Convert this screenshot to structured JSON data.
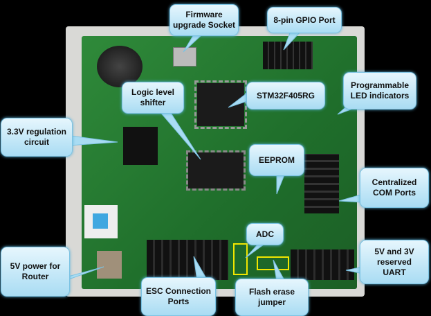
{
  "labels": {
    "firmware": "Firmware\nupgrade Socket",
    "gpio": "8-pin GPIO Port",
    "shifter": "Logic level\nshifter",
    "mcu": "STM32F405RG",
    "led": "Programmable\nLED indicators",
    "regulation": "3.3V regulation\ncircuit",
    "eeprom": "EEPROM",
    "com": "Centralized\nCOM Ports",
    "adc": "ADC",
    "power": "5V power for\nRouter",
    "esc": "ESC Connection\nPorts",
    "flash": "Flash erase\njumper",
    "uart": "5V and 3V\nreserved\nUART"
  },
  "colors": {
    "pcb": "#2f8a3a",
    "callout": "#a9dcf3",
    "highlight": "#f2e600"
  }
}
